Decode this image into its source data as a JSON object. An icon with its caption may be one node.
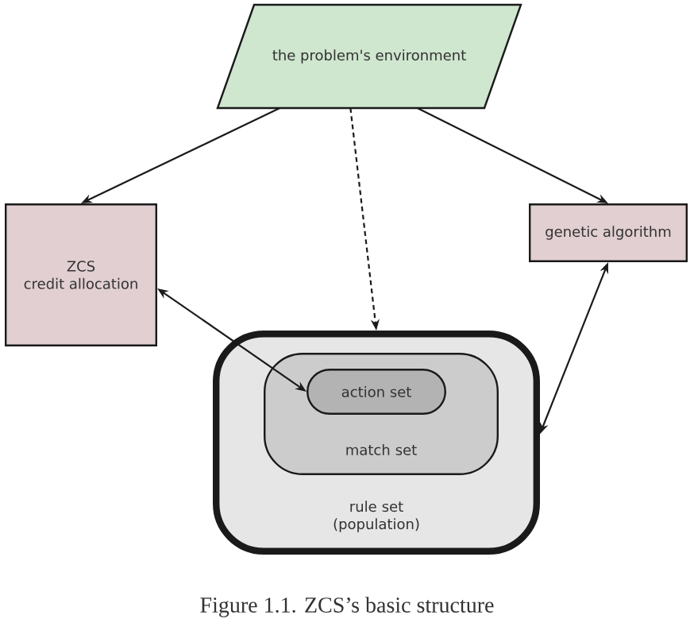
{
  "diagram": {
    "caption": "Figure 1.1. ZCS’s basic structure",
    "nodes": [
      {
        "text": [
          "the problem's environment"
        ]
      },
      {
        "text": [
          "ZCS",
          "credit allocation"
        ]
      },
      {
        "text": [
          "genetic algorithm"
        ]
      },
      {
        "text": [
          "rule set (population)"
        ]
      },
      {
        "text": [
          "match set"
        ],
        "in": 3
      },
      {
        "text": [
          "action set"
        ],
        "in": 4
      }
    ],
    "edges": [
      {
        "from": 0,
        "to": 1,
        "arrow": "to"
      },
      {
        "from": 0,
        "to": 2,
        "arrow": "to"
      },
      {
        "from": 0,
        "to": 3,
        "arrow": "to",
        "style": "dashed"
      },
      {
        "from": 1,
        "to": 5,
        "arrow": "both"
      },
      {
        "from": 2,
        "to": 3,
        "arrow": "both"
      }
    ]
  }
}
